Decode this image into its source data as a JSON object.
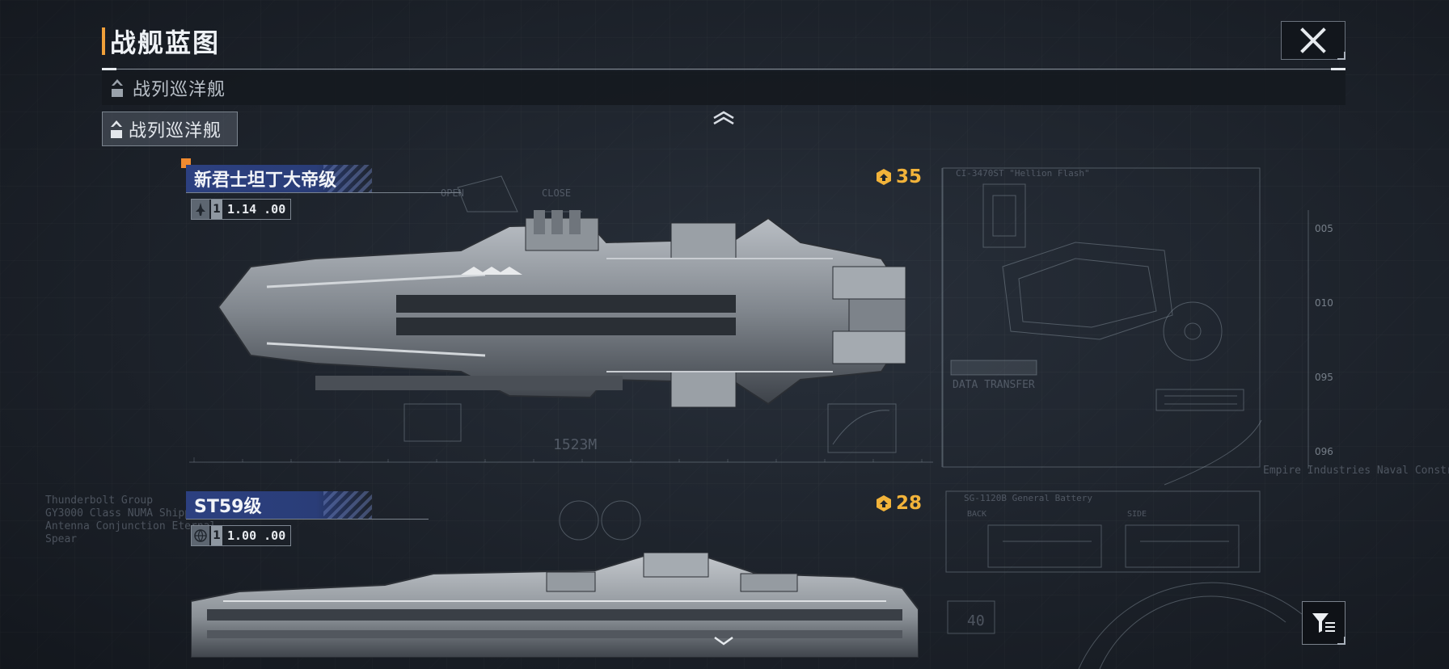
{
  "header": {
    "title": "战舰蓝图",
    "close_icon": "close-icon"
  },
  "category": {
    "current_label": "战列巡洋舰",
    "selected_label": "战列巡洋舰"
  },
  "ships": [
    {
      "name": "新君士坦丁大帝级",
      "count": "1",
      "ratio": "1.14 .00",
      "cost": "35",
      "type_icon": "fighter-icon",
      "length_label": "1523M"
    },
    {
      "name": "ST59级",
      "count": "1",
      "ratio": "1.00 .00",
      "cost": "28",
      "type_icon": "globe-icon"
    }
  ],
  "blueprint": {
    "label_open": "OPEN",
    "label_close": "CLOSE",
    "label_data_transfer": "DATA TRANSFER",
    "label_turret": "CI-3470ST \"Hellion Flash\"",
    "label_battery": "SG-1120B General Battery",
    "label_back": "BACK",
    "label_side": "SIDE",
    "label_gauge": "40",
    "label_company": "Thunderbolt Group\nGY3000 Class NUMA Shipping\nAntenna Conjunction Eternal\nSpear",
    "label_industries": "Empire Industries Naval Construction",
    "scale_ticks": [
      "005",
      "010",
      "095",
      "096"
    ]
  },
  "accent_colors": {
    "title_accent": "#f0a03a",
    "cost": "#f2b33a",
    "banner": "#2c4080"
  }
}
